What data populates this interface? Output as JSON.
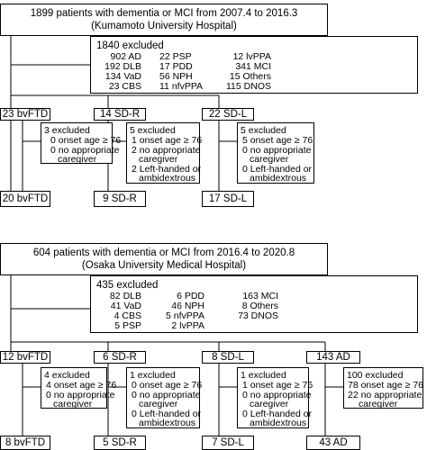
{
  "cohort1": {
    "header_line1": "1899 patients with dementia or MCI from 2007.4 to 2016.3",
    "header_line2": "(Kumamoto University Hospital)",
    "excluded_title": "1840 excluded",
    "excl_col1": [
      "902 AD",
      "192 DLB",
      "134 VaD",
      "23 CBS"
    ],
    "excl_col2": [
      "22 PSP",
      "17 PDD",
      "56 NPH",
      "11 nfvPPA"
    ],
    "excl_col3": [
      "12 lvPPA",
      "341 MCI",
      "15 Others",
      "115 DNOS"
    ],
    "groups": [
      {
        "name": "23 bvFTD",
        "excl_title": "3 excluded",
        "excl_lines": [
          "0 onset age ≥ 76",
          "0 no appropriate",
          "caregiver"
        ],
        "final": "20 bvFTD"
      },
      {
        "name": "14 SD-R",
        "excl_title": "5 excluded",
        "excl_lines": [
          "1 onset age ≥ 76",
          "2 no appropriate",
          "caregiver",
          "2 Left-handed or",
          "ambidextrous"
        ],
        "final": "9 SD-R"
      },
      {
        "name": "22 SD-L",
        "excl_title": "5 excluded",
        "excl_lines": [
          "5 onset age ≥ 76",
          "0 no appropriate",
          "caregiver",
          "0 Left-handed or",
          "ambidextrous"
        ],
        "final": "17 SD-L"
      }
    ]
  },
  "cohort2": {
    "header_line1": "604 patients with dementia or MCI from 2016.4 to 2020.8",
    "header_line2": "(Osaka University Medical Hospital)",
    "excluded_title": "435 excluded",
    "excl_col1": [
      "82 DLB",
      "41 VaD",
      "4 CBS",
      "5 PSP"
    ],
    "excl_col2": [
      "6 PDD",
      "46 NPH",
      "5 nfvPPA",
      "2 lvPPA"
    ],
    "excl_col3": [
      "163 MCI",
      "8 Others",
      "73 DNOS"
    ],
    "groups": [
      {
        "name": "12 bvFTD",
        "excl_title": "4 excluded",
        "excl_lines": [
          "4 onset age ≥ 76",
          "0 no appropriate",
          "caregiver"
        ],
        "final": "8 bvFTD"
      },
      {
        "name": "6 SD-R",
        "excl_title": "1 excluded",
        "excl_lines": [
          "0 onset age ≥ 76",
          "0 no appropriate",
          "caregiver",
          "0 Left-handed or",
          "ambidextrous"
        ],
        "final": "5 SD-R"
      },
      {
        "name": "8 SD-L",
        "excl_title": "1 excluded",
        "excl_lines": [
          "1 onset age ≥ 76",
          "0 no appropriate",
          "caregiver",
          "0 Left-handed or",
          "ambidextrous"
        ],
        "final": "7 SD-L"
      },
      {
        "name": "143 AD",
        "excl_title": "100 excluded",
        "excl_lines": [
          "78 onset age ≥ 76",
          "22 no appropriate",
          "caregiver"
        ],
        "final": "43 AD"
      }
    ]
  }
}
